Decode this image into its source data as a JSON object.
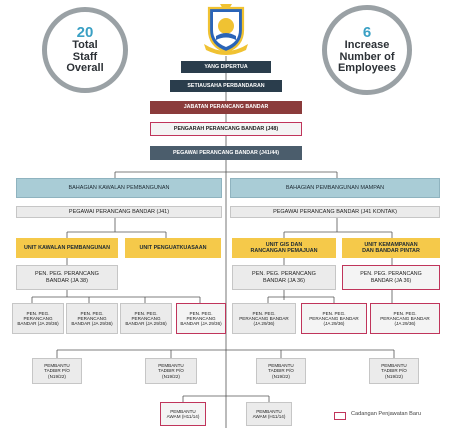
{
  "stats": [
    {
      "number": "20",
      "label": "Total\nStaff\nOverall"
    },
    {
      "number": "6",
      "label": "Increase\nNumber of\nEmployees"
    }
  ],
  "chart": {
    "yang_dipertua": "YANG DIPERTUA",
    "setiausaha": "SETIAUSAHA PERBANDARAN",
    "jabatan": "JABATAN PERANCANG BANDAR",
    "pengarah": "PENGARAH PERANCANG BANDAR (J48)",
    "pegawai_top": "PEGAWAI PERANCANG BANDAR (J41/44)",
    "left_division": "BAHAGIAN KAWALAN PEMBANGUNAN",
    "right_division": "BAHAGIAN PEMBANGUNAN MAMPAN",
    "left_officer": "PEGAWAI PERANCANG BANDAR (J41)",
    "right_officer": "PEGAWAI PERANCANG BANDAR (J41 KONTAK)",
    "unit_kawalan": "UNIT KAWALAN PEMBANGUNAN",
    "unit_penguatkuasaan": "UNIT PENGUATKUASAAN",
    "unit_gis": "UNIT GIS DAN\nRANCANGAN PEMAJUAN",
    "unit_kemampanan": "UNIT KEMAMPANAN\nDAN BANDAR PINTAR",
    "pen_left": "PEN. PEG. PERANCANG\nBANDAR (JA 38)",
    "pen_gis": "PEN. PEG. PERANCANG\nBANDAR (JA 36)",
    "pen_kem": "PEN. PEG. PERANCANG\nBANDAR (JA 36)",
    "sub_left_1": "PEN. PEG.\nPERANCANG\nBANDAR (JA 29/36)",
    "sub_left_2": "PEN. PEG.\nPERANCANG\nBANDAR (JA 29/36)",
    "sub_left_3": "PEN. PEG.\nPERANCANG\nBANDAR (JA 29/36)",
    "sub_left_4": "PEN. PEG.\nPERANCANG\nBANDAR (JA 29/36)",
    "sub_right_1": "PEN. PEG.\nPERANCANG BANDAR\n(JA 29/36)",
    "sub_right_2": "PEN. PEG.\nPERANCANG BANDAR\n(JA 29/36)",
    "sub_right_3": "PEN. PEG.\nPERANCANG BANDAR\n(JA 29/36)",
    "tadbir_1": "PEMBANTU\nTADBIR P/O\n(N19/22)",
    "tadbir_2": "PEMBANTU\nTADBIR P/O\n(N19/22)",
    "tadbir_3": "PEMBANTU\nTADBIR P/O\n(N19/22)",
    "tadbir_4": "PEMBANTU\nTADBIR P/O\n(N19/22)",
    "awam_1": "PEMBANTU\nAWAM (H11/14)",
    "awam_2": "PEMBANTU\nAWAM (H11/14)"
  },
  "legend": {
    "label": "Cadangan Penjawatan Baru"
  },
  "colors": {
    "dark": "#2a3d4c",
    "red": "#8b3b3b",
    "slate": "#4b5d6c",
    "blue": "#a9ccd6",
    "yellow": "#f5c94a",
    "pink_border": "#c0355b",
    "stat_number": "#3aa0c4"
  }
}
